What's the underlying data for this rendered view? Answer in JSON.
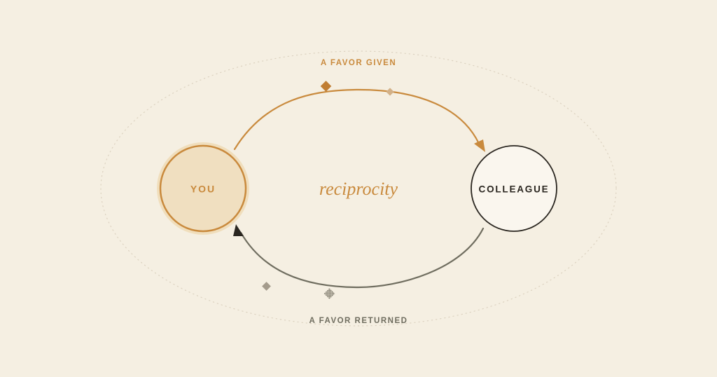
{
  "diagram": {
    "top_label": "A FAVOR GIVEN",
    "bottom_label": "A FAVOR RETURNED",
    "center_word": "reciprocity",
    "nodes": {
      "you": "YOU",
      "colleague": "COLLEAGUE"
    },
    "colors": {
      "background": "#f5efe2",
      "accent_gold": "#c98a3d",
      "you_fill": "#f0dfc0",
      "muted_olive": "#6f6d5f",
      "dark": "#2a2620",
      "colleague_fill": "#faf6ee"
    }
  }
}
